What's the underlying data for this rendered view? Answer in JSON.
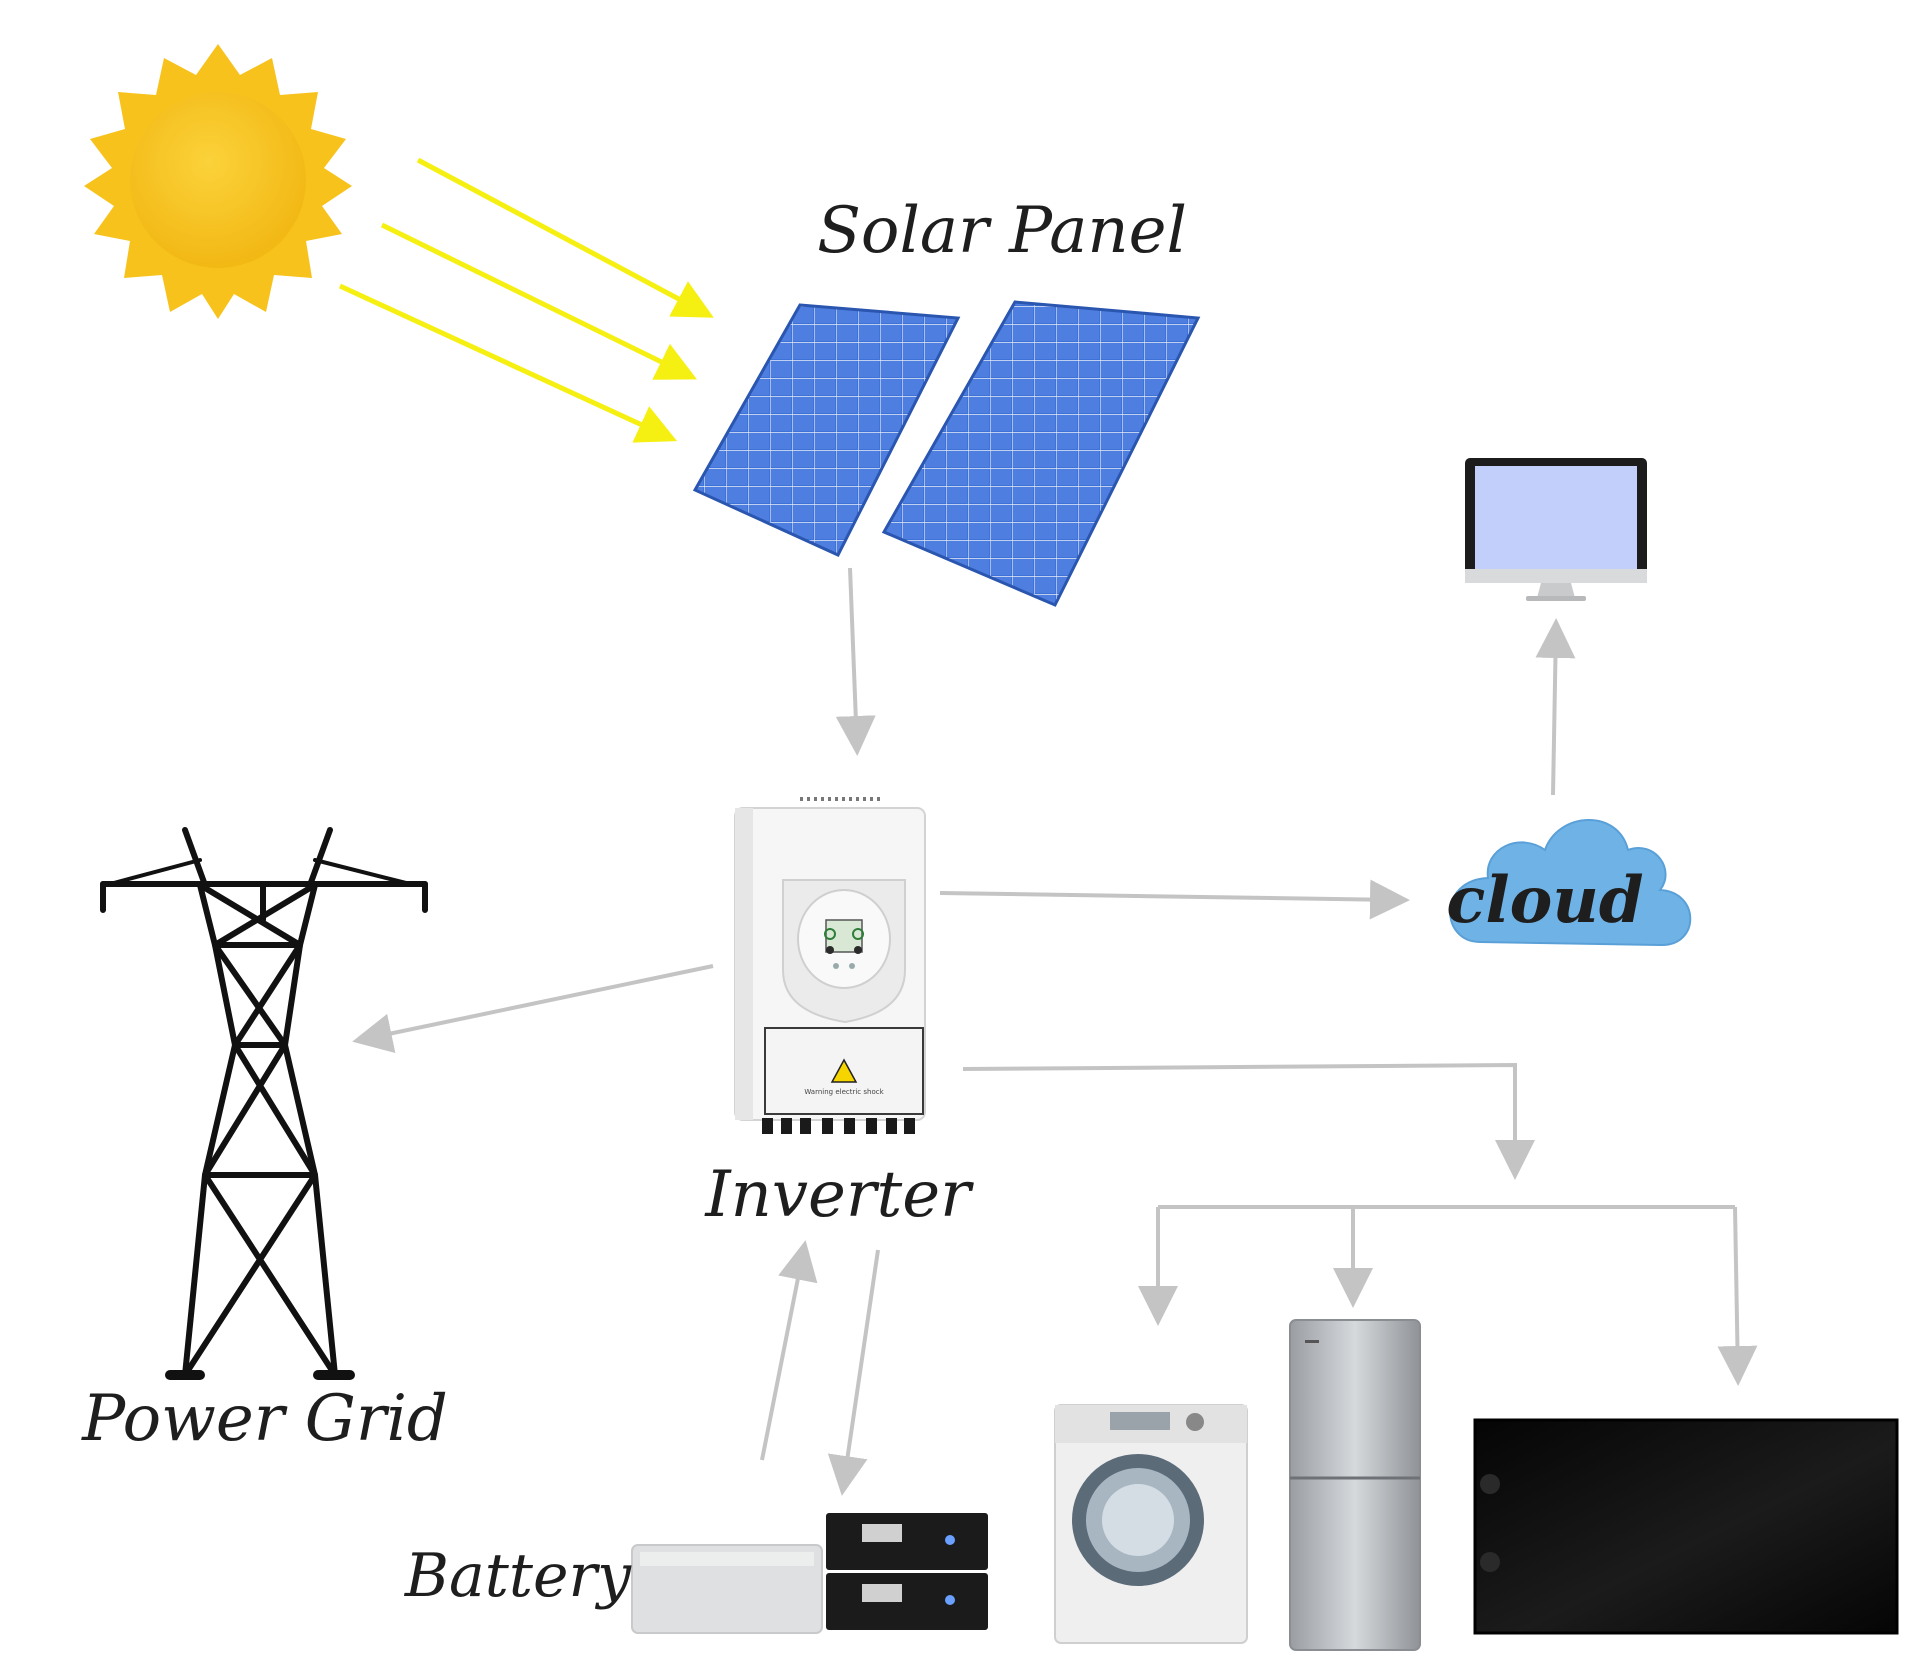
{
  "labels": {
    "solar_panel": "Solar Panel",
    "inverter": "Inverter",
    "cloud": "cloud",
    "power_grid": "Power Grid",
    "battery": "Battery"
  },
  "inverter_warning": "Warning electric shock",
  "icons": [
    "sun-icon",
    "solar-panel-icon",
    "inverter-icon",
    "monitor-icon",
    "cloud-icon",
    "power-tower-icon",
    "battery-icon",
    "washing-machine-icon",
    "refrigerator-icon",
    "television-icon"
  ],
  "colors": {
    "sun": "#f7c21c",
    "sun_rays": "#f6ef12",
    "panel": "#3d6fd1",
    "arrows": "#c4c4c4",
    "cloud": "#6fb3e6",
    "screen": "#c3cffb"
  }
}
